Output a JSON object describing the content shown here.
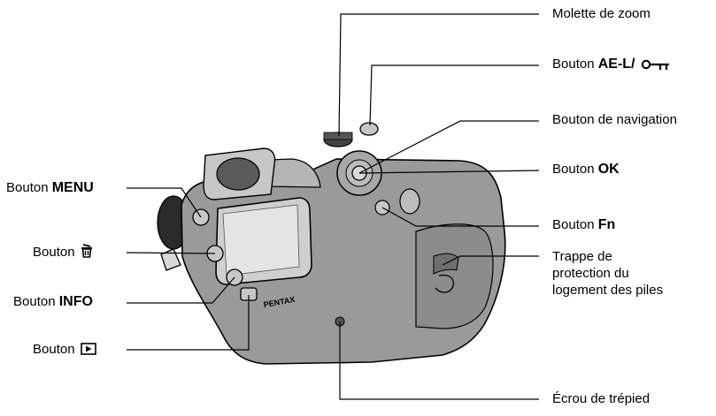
{
  "labels": {
    "zoom": "Molette de zoom",
    "ael_prefix": "Bouton",
    "ael_bold": "AE-L/",
    "ael_icon": "key-lock-icon",
    "nav": "Bouton de navigation",
    "ok_prefix": "Bouton",
    "ok_bold": "OK",
    "fn_prefix": "Bouton",
    "fn_bold": "Fn",
    "battery_line1": "Trappe de",
    "battery_line2": "protection du",
    "battery_line3": "logement des piles",
    "tripod": "Écrou de trépied",
    "menu_prefix": "Bouton",
    "menu_bold": "MENU",
    "trash_prefix": "Bouton",
    "trash_icon": "trash-icon",
    "info_prefix": "Bouton",
    "info_bold": "INFO",
    "play_prefix": "Bouton",
    "play_icon": "play-icon"
  },
  "camera": {
    "brand": "PENTAX"
  }
}
